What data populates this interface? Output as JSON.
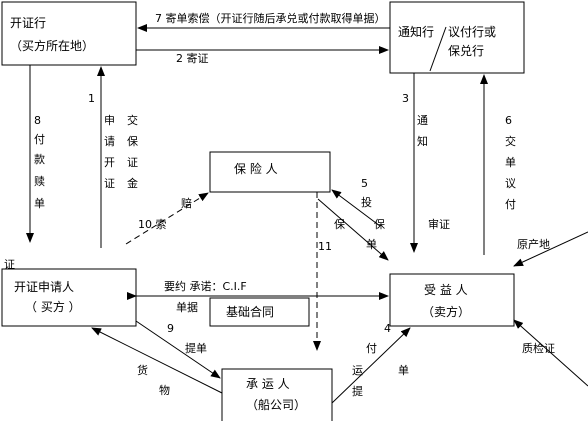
{
  "header_text": "",
  "colors": {
    "stroke": "#000000",
    "background": "#ffffff"
  },
  "boxes": {
    "issuing_bank": {
      "line1": "开证行",
      "line2": "（买方所在地）"
    },
    "advising_bank": {
      "line1": "通知行",
      "line2a": "议付行或",
      "line2b": "保兑行"
    },
    "insurer": {
      "line1": "保 险 人"
    },
    "applicant": {
      "line1": "开证申请人",
      "line2": "（ 买方 ）"
    },
    "basic_contract": {
      "line1": "基础合同"
    },
    "beneficiary": {
      "line1": "受 益 人",
      "line2": "（卖方）"
    },
    "carrier": {
      "line1": "承 运 人",
      "line2": "（船公司）"
    }
  },
  "labels": {
    "step7": "7 寄单索偿（开证行随后承兑或付款取得单据）",
    "step2": "2 寄证",
    "step8": [
      "8",
      "付",
      "款",
      "赎",
      "单"
    ],
    "step1": [
      "1",
      "申",
      "请",
      "开",
      "证"
    ],
    "step1b": [
      "交",
      "保",
      "证",
      "金"
    ],
    "step3": [
      "3",
      "通",
      "知"
    ],
    "step6": [
      "6",
      "交",
      "单",
      "议",
      "付"
    ],
    "step5_top": [
      "5",
      "投"
    ],
    "step5_left": "保",
    "step5_right": "保",
    "step5_bottom": "单",
    "review": "审证",
    "step10_a": "10 索",
    "step10_b": "赔",
    "step11": "11",
    "left_mark": "证",
    "contract_terms": "要约 承诺：C.I.F",
    "documents": "单据",
    "origin_cert": "原产地",
    "step9": "9",
    "bill_of_lading": "提单",
    "goods": [
      "货",
      "物"
    ],
    "step4": [
      "4",
      "付",
      "运",
      "提"
    ],
    "step4_dan": "单",
    "quality_cert": "质检证"
  }
}
